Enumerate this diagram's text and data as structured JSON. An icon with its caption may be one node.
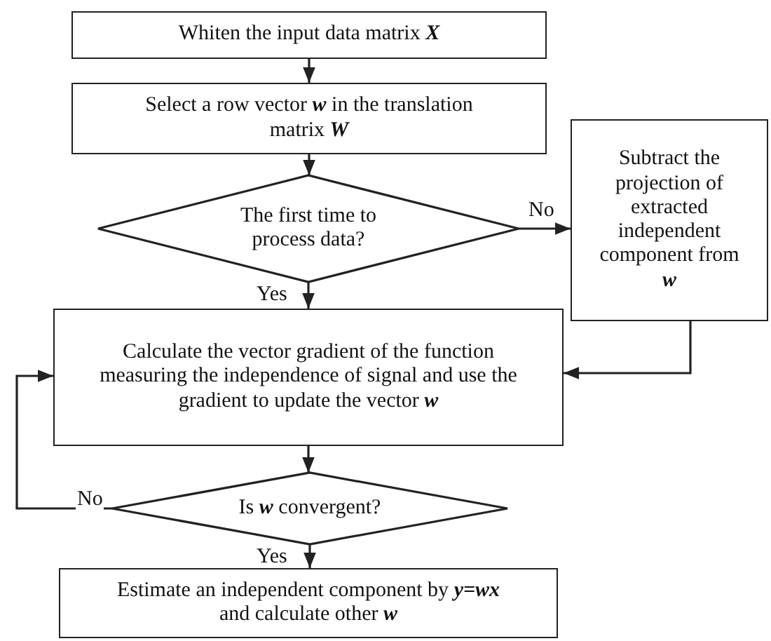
{
  "diagram": {
    "nodes": [
      {
        "text": [
          "Whiten the input data matrix **X**"
        ]
      },
      {
        "text": [
          "Select a row vector **w** in the translation matrix **W**"
        ]
      },
      {
        "text": [
          "The first time to process data?"
        ]
      },
      {
        "text": [
          "Subtract the projection of extracted independent component from **w**"
        ]
      },
      {
        "text": [
          "Calculate the vector gradient of the function measuring the independence of signal and use the gradient to update the vector **w**"
        ]
      },
      {
        "text": [
          "Is **w** convergent?"
        ]
      },
      {
        "text": [
          "Estimate an independent component by **y=wx** and calculate other **w**"
        ]
      }
    ],
    "edges": [
      {
        "from": 0,
        "to": 1,
        "arrow": "to"
      },
      {
        "from": 1,
        "to": 2,
        "arrow": "to"
      },
      {
        "from": 2,
        "to": 3,
        "arrow": "to",
        "label": "No"
      },
      {
        "from": 2,
        "to": 4,
        "arrow": "to",
        "label": "Yes"
      },
      {
        "from": 3,
        "to": 4,
        "arrow": "to"
      },
      {
        "from": 4,
        "to": 5,
        "arrow": "to"
      },
      {
        "from": 5,
        "to": 4,
        "arrow": "to",
        "label": "No"
      },
      {
        "from": 5,
        "to": 6,
        "arrow": "to",
        "label": "Yes"
      }
    ]
  }
}
